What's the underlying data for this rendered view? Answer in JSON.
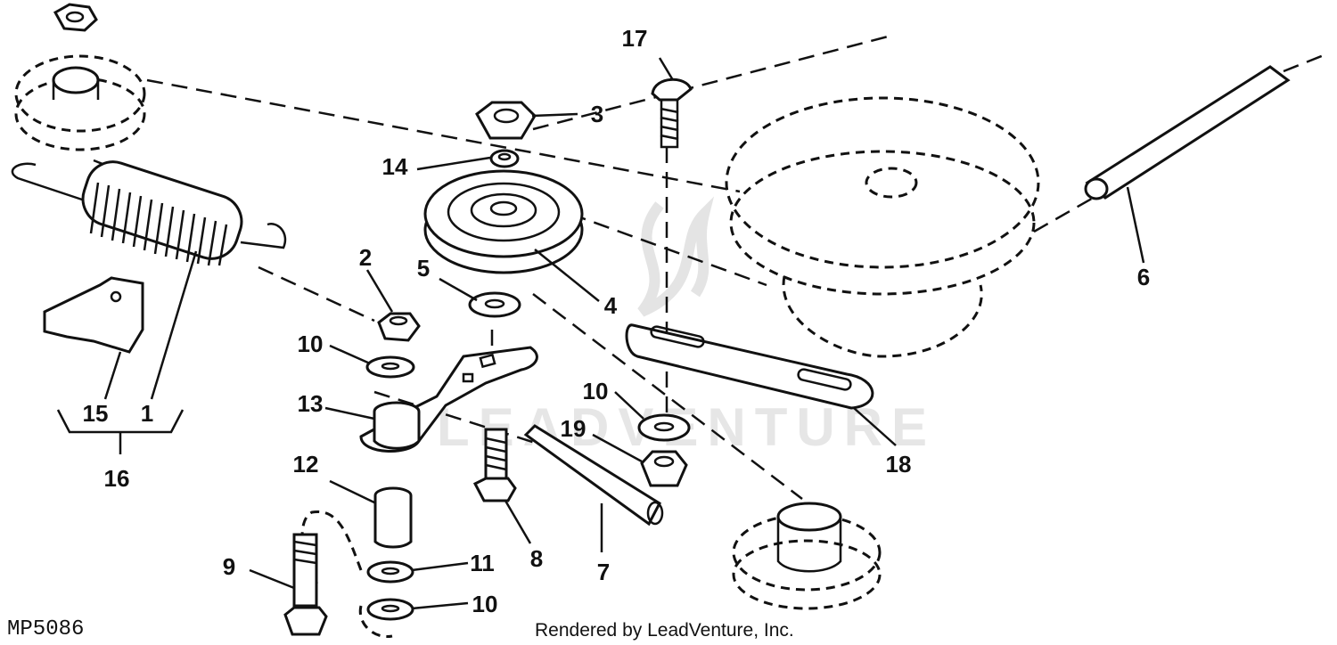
{
  "figure_id": "MP5086",
  "footer": "Rendered by LeadVenture, Inc.",
  "watermark": "LEADVENTURE",
  "callouts": {
    "c1": "1",
    "c2": "2",
    "c3": "3",
    "c4": "4",
    "c5": "5",
    "c6": "6",
    "c7": "7",
    "c8": "8",
    "c9": "9",
    "c10a": "10",
    "c10b": "10",
    "c10c": "10",
    "c11": "11",
    "c12": "12",
    "c13": "13",
    "c14": "14",
    "c15": "15",
    "c16": "16",
    "c17": "17",
    "c18": "18",
    "c19": "19"
  }
}
